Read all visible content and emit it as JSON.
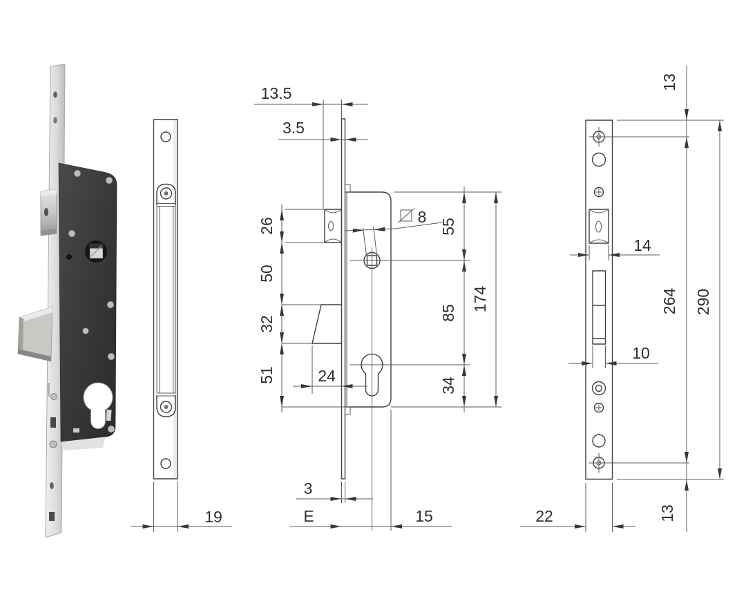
{
  "drawing": {
    "subject": "mortise roller-hook lock technical drawing",
    "style": {
      "line_color": "#3f3f3f",
      "background": "#ffffff",
      "text_color": "#2e2e2e"
    }
  },
  "views": {
    "faceplate_front": {
      "width_dim": "19"
    },
    "side_section": {
      "offset_top": "13.5",
      "plate_offset": "3.5",
      "left_chain": [
        "26",
        "50",
        "32",
        "51"
      ],
      "right_chain": [
        "55",
        "85",
        "34"
      ],
      "total_height": "174",
      "hook_throw": "24",
      "spindle_square": "8",
      "plate_thickness": "3",
      "backset": "E",
      "behind_axis": "15"
    },
    "front_dimensions": {
      "top_screw_offset": "13",
      "roller_cutout_width": "14",
      "screw_centers": "264",
      "plate_height": "290",
      "hook_slot_width": "10",
      "plate_width": "22",
      "bottom_screw_offset": "13"
    }
  }
}
